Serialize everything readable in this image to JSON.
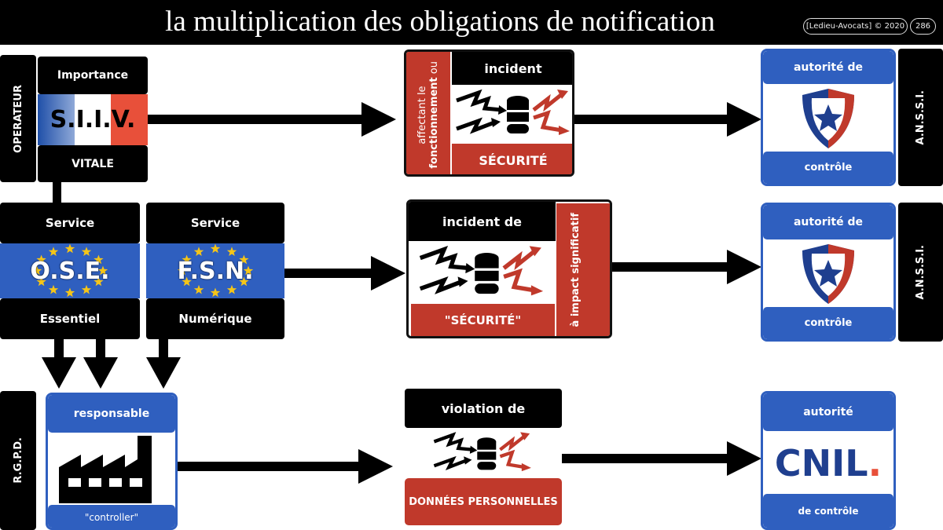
{
  "header": {
    "title": "la multiplication des obligations de notification",
    "copyright": "[Ledieu-Avocats] © 2020",
    "page": "286"
  },
  "row1": {
    "side": "OPERATEUR",
    "top": "Importance",
    "flag": "S.I.I.V.",
    "bottom": "VITALE",
    "incident": {
      "side_light": "affectant le",
      "side_bold": "fonctionnement",
      "side_tail": "ou",
      "header": "incident",
      "footer": "SÉCURITÉ"
    },
    "authority": {
      "header": "autorité de",
      "footer": "contrôle",
      "side": "A.N.S.S.I."
    }
  },
  "row2": {
    "ose": {
      "top": "Service",
      "flag": "O.S.E.",
      "bottom": "Essentiel"
    },
    "fsn": {
      "top": "Service",
      "flag": "F.S.N.",
      "bottom": "Numérique"
    },
    "incident": {
      "header": "incident de",
      "footer": "\"SÉCURITÉ\"",
      "side": "à impact significatif"
    },
    "authority": {
      "header": "autorité de",
      "footer": "contrôle",
      "side": "A.N.S.S.I."
    }
  },
  "row3": {
    "side": "R.G.P.D.",
    "top": "responsable",
    "bottom": "\"controller\"",
    "violation": {
      "header": "violation de",
      "footer": "DONNÉES PERSONNELLES"
    },
    "authority": {
      "header": "autorité",
      "logo": "CNIL",
      "logo_dot": ".",
      "footer": "de contrôle"
    }
  },
  "colors": {
    "blue": "#2f5fbf",
    "red": "#c0392b",
    "french_blue": "#2b5bb5",
    "french_red": "#e8503a"
  }
}
